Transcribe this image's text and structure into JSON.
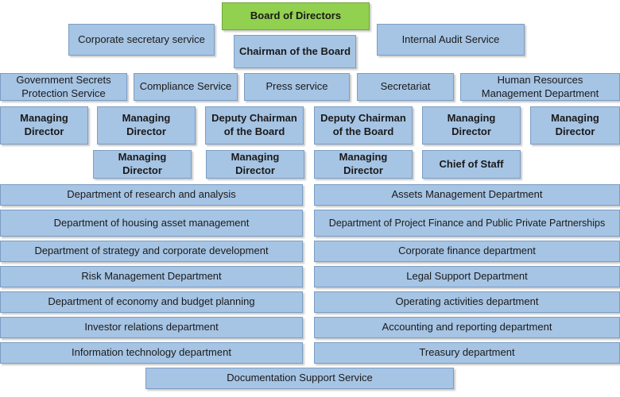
{
  "board": "Board of Directors",
  "chairman": "Chairman of the Board",
  "corporate_secretary": "Corporate secretary service",
  "internal_audit": "Internal Audit Service",
  "row_services": [
    "Government Secrets\nProtection Service",
    "Compliance Service",
    "Press service",
    "Secretariat",
    "Human Resources\nManagement Department"
  ],
  "row_top_management": [
    "Managing\nDirector",
    "Managing\nDirector",
    "Deputy Chairman\nof the Board",
    "Deputy Chairman\nof the Board",
    "Managing\nDirector",
    "Managing\nDirector"
  ],
  "row_second_management": [
    "Managing\nDirector",
    "Managing\nDirector",
    "Managing\nDirector",
    "Chief of Staff"
  ],
  "left_departments": [
    "Department of research and analysis",
    "Department of housing asset management",
    "Department of strategy and corporate development",
    "Risk Management Department",
    "Department of economy and budget planning",
    "Investor relations department",
    "Information technology department"
  ],
  "right_departments": [
    "Assets Management Department",
    "Department of Project Finance and Public Private Partnerships",
    "Corporate finance department",
    "Legal Support Department",
    "Operating activities department",
    "Accounting and reporting department",
    "Treasury department"
  ],
  "documentation": "Documentation Support Service",
  "colors": {
    "box_fill": "#a6c4e4",
    "box_border": "#7c9ec4",
    "board_fill": "#92d050"
  }
}
